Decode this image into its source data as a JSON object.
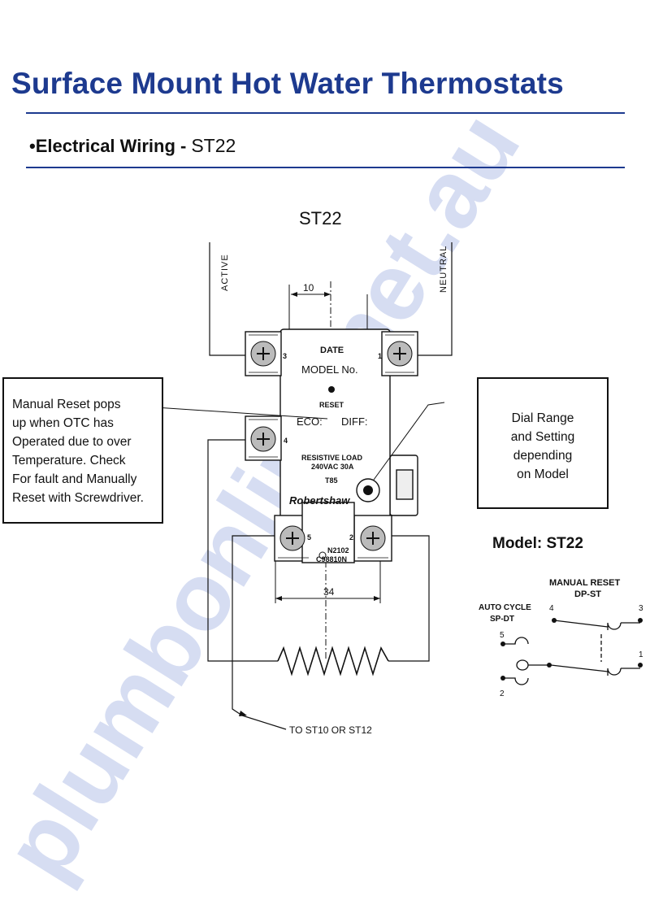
{
  "page": {
    "title": "Surface Mount Hot Water Thermostats",
    "subtitle_bullet": "•",
    "subtitle": "Electrical Wiring -",
    "subtitle_model": "ST22",
    "watermark": "plumbonline.net.au"
  },
  "diagram": {
    "title": "ST22",
    "wire_labels": {
      "active": "ACTIVE",
      "neutral": "NEUTRAL",
      "to": "TO ST10 OR ST12"
    },
    "dimensions": {
      "top": "10",
      "bottom": "34"
    },
    "terminals": [
      "3",
      "1",
      "4",
      "5",
      "2"
    ],
    "faceplate": {
      "date": "DATE",
      "model_no": "MODEL No.",
      "reset": "RESET",
      "eco": "ECO:",
      "diff": "DIFF:",
      "load_line1": "RESISTIVE LOAD",
      "load_line2": "240VAC 30A",
      "t_rating": "T85",
      "brand": "Robertshaw",
      "part_line1": "N2102",
      "part_line2": "C98810N"
    }
  },
  "callouts": {
    "manual_reset": [
      "Manual Reset pops",
      "up when OTC has",
      "Operated due to over",
      "Temperature. Check",
      "For fault and Manually",
      "Reset with Screwdriver."
    ],
    "dial_range": [
      "Dial Range",
      "and Setting",
      "depending",
      "on Model"
    ]
  },
  "schematic": {
    "model_label": "Model: ST22",
    "manual_reset_line1": "MANUAL RESET",
    "manual_reset_line2": "DP-ST",
    "auto_cycle_line1": "AUTO CYCLE",
    "auto_cycle_line2": "SP-DT",
    "terminals": {
      "t4": "4",
      "t3": "3",
      "t5": "5",
      "t1": "1",
      "t2": "2"
    }
  },
  "colors": {
    "title_blue": "#1d3a8f",
    "watermark": "#c9d2ee"
  }
}
